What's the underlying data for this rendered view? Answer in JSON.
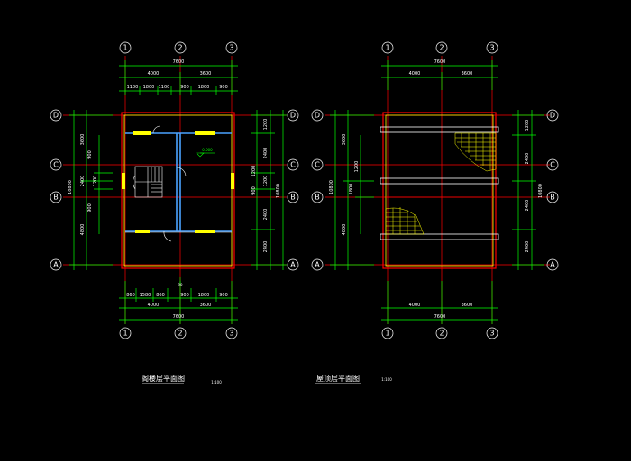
{
  "colors": {
    "background": "#000000",
    "dimension": "#00ff00",
    "grid_axis": "#ff0000",
    "wall": "#ff0000",
    "wall_inner": "#ffff00",
    "window": "#ffff00",
    "partition": "#4aa3ff",
    "text": "#ffffff",
    "hatch": "#ffff00"
  },
  "grid_labels": {
    "columns": [
      "1",
      "2",
      "3"
    ],
    "rows": [
      "D",
      "C",
      "B",
      "A"
    ]
  },
  "plan_left": {
    "title": "阁楼层平面图",
    "scale": "1:100",
    "top_total": "7600",
    "top_sub": [
      "4000",
      "3600"
    ],
    "top_detail": [
      "1100",
      "1800",
      "1100",
      "900",
      "1800",
      "900"
    ],
    "bottom_detail": [
      "860",
      "1580",
      "860",
      "900",
      "1800",
      "900"
    ],
    "bottom_sub": [
      "4000",
      "3600"
    ],
    "bottom_total": "7600",
    "left_total": "10800",
    "left_sub": [
      "3600",
      "4800"
    ],
    "left_inner": [
      "900",
      "2400",
      "1200",
      "900"
    ],
    "right_dims": [
      "1200",
      "2400",
      "1200",
      "2400",
      "2400"
    ],
    "right_total": "10800",
    "right_inner": [
      "1200",
      "900"
    ],
    "elevation": "0.000",
    "small_label": "90"
  },
  "plan_right": {
    "title": "屋顶层平面图",
    "scale": "1:100",
    "top_total": "7600",
    "top_sub": [
      "4000",
      "3600"
    ],
    "bottom_sub": [
      "4000",
      "3600"
    ],
    "bottom_total": "7600",
    "left_total": "10800",
    "left_sub": [
      "3600",
      "4800"
    ],
    "left_inner": [
      "1800",
      "1200"
    ],
    "right_dims": [
      "1200",
      "2400",
      "2400",
      "2400"
    ],
    "right_total": "10800"
  }
}
